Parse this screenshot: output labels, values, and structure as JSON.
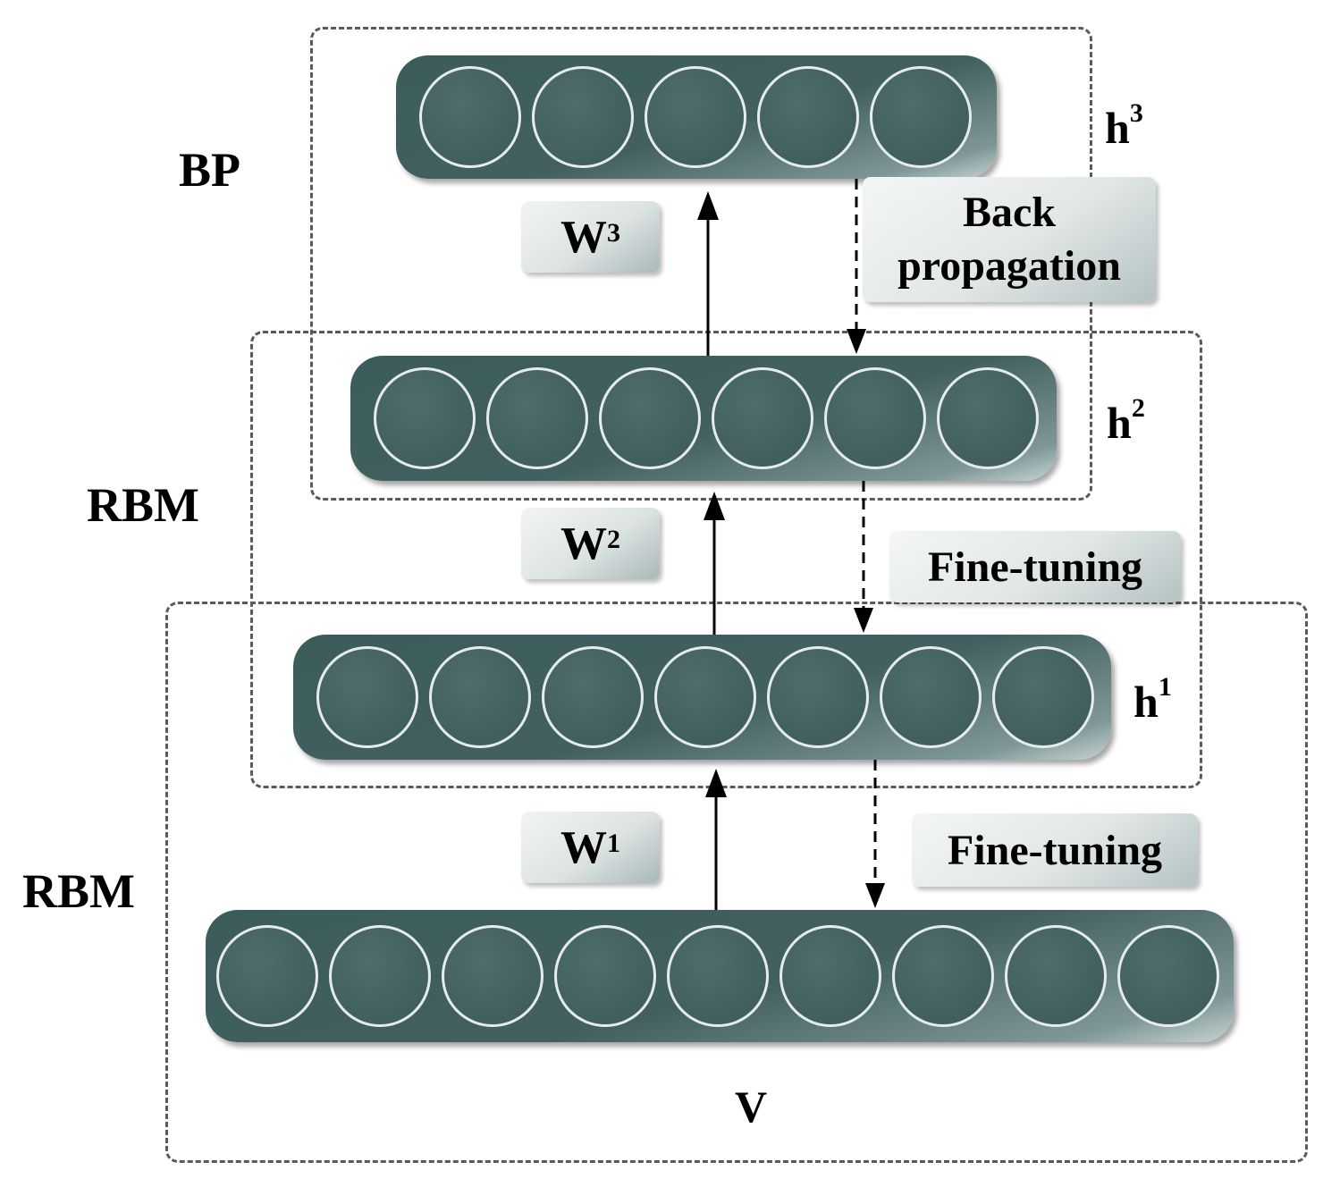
{
  "labels": {
    "bp": "BP",
    "rbm_upper": "RBM",
    "rbm_lower": "RBM",
    "visible": "V"
  },
  "layers": [
    {
      "name": "h",
      "sup": "3",
      "neurons": 5
    },
    {
      "name": "h",
      "sup": "2",
      "neurons": 6
    },
    {
      "name": "h",
      "sup": "1",
      "neurons": 7
    },
    {
      "name": "V",
      "sup": "",
      "neurons": 9
    }
  ],
  "weights": [
    {
      "name": "W",
      "sup": "3"
    },
    {
      "name": "W",
      "sup": "2"
    },
    {
      "name": "W",
      "sup": "1"
    }
  ],
  "tuning": {
    "back_line1": "Back",
    "back_line2": "propagation",
    "fine_upper": "Fine-tuning",
    "fine_lower": "Fine-tuning"
  },
  "colors": {
    "layer": "#42605f",
    "neuron_ring": "#e6ecec",
    "dashed_border": "#5a5a5a"
  }
}
